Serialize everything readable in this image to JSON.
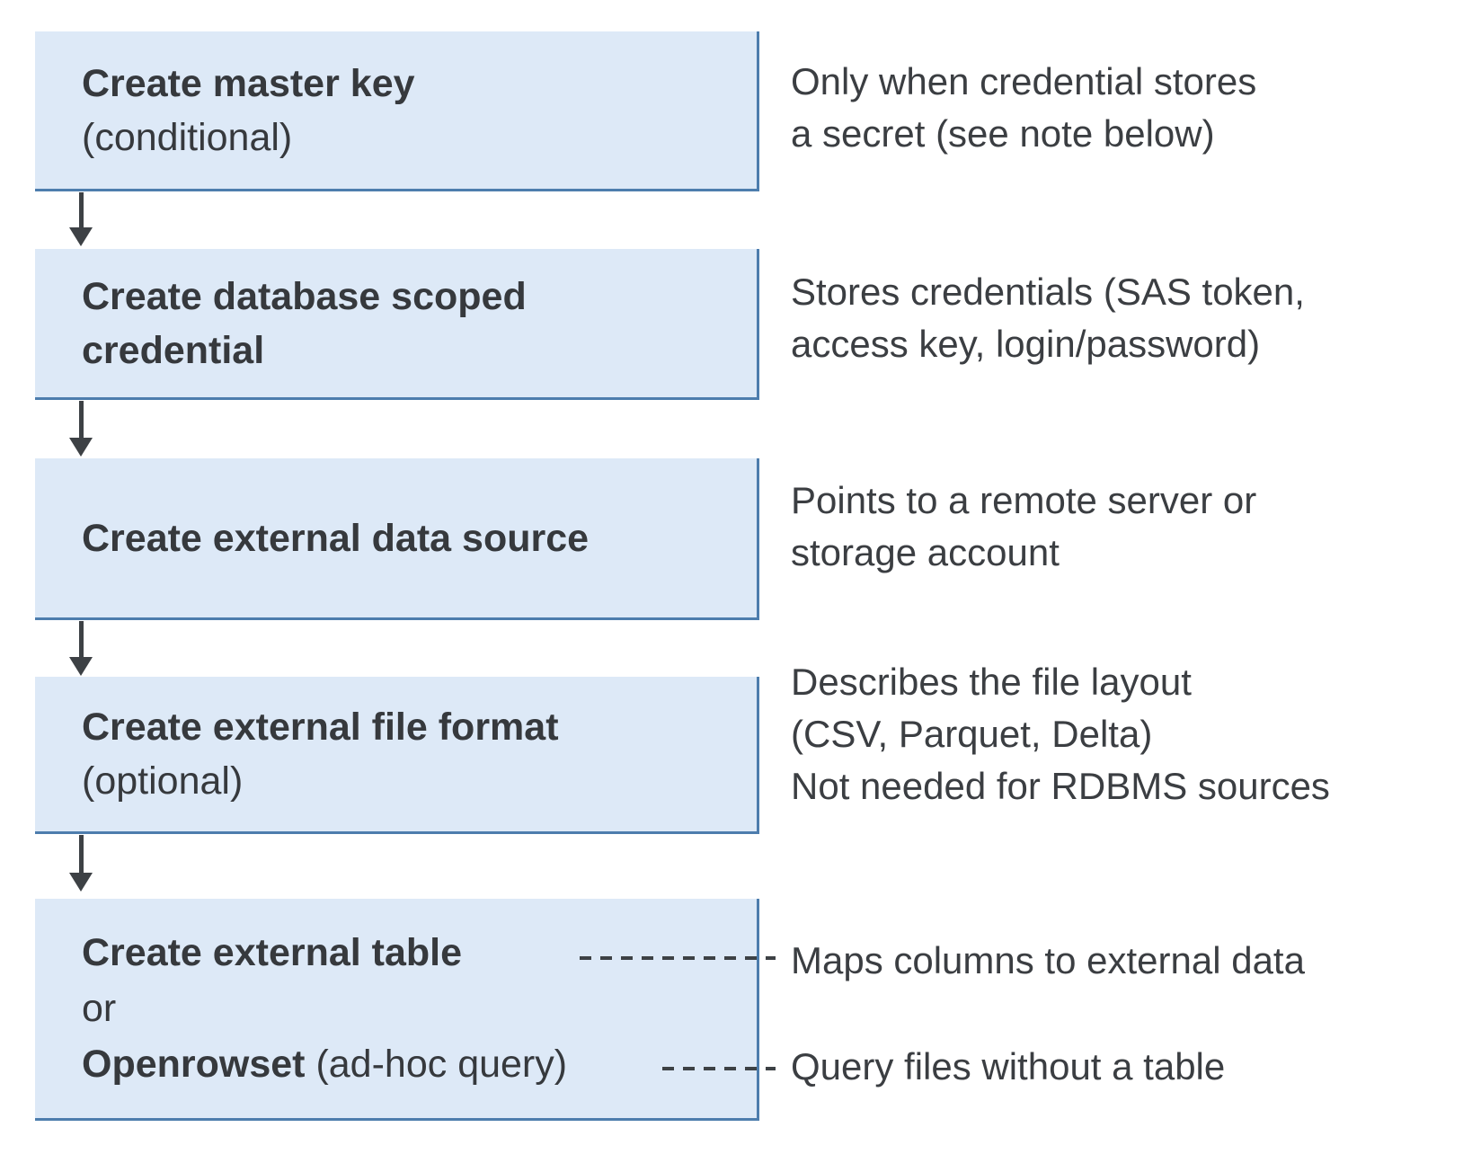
{
  "diagram": {
    "description": "Flowchart of steps to set up external data access, with explanatory notes",
    "colors": {
      "background": "#ffffff",
      "box_fill": "#dde9f7",
      "box_border": "#4d7dad",
      "title_text": "#36393d",
      "note_text": "#3b3e42",
      "arrow": "#3d4145",
      "dash": "#3d4145"
    },
    "steps": [
      {
        "title_line1": "Create master key",
        "subtitle": "(conditional)"
      },
      {
        "title_line1": "Create database scoped",
        "title_line2": "credential"
      },
      {
        "title_line1": "Create external data source"
      },
      {
        "title_line1": "Create external file format",
        "subtitle": "(optional)"
      },
      {
        "title_line1": "Create external table",
        "or_label": "or",
        "alt_title": "Openrowset",
        "alt_suffix": " (ad-hoc query)"
      }
    ],
    "notes": [
      {
        "line1": "Only when credential stores",
        "line2": "a secret (see note below)"
      },
      {
        "line1": "Stores credentials (SAS token,",
        "line2": "access key, login/password)"
      },
      {
        "line1": "Points to a remote server or",
        "line2": "storage account"
      },
      {
        "line1": "Describes the file layout",
        "line2": "(CSV, Parquet, Delta)",
        "line3": "Not needed for RDBMS sources"
      },
      {
        "line1": "Maps columns to external data"
      },
      {
        "line1": "Query files without a table"
      }
    ]
  }
}
